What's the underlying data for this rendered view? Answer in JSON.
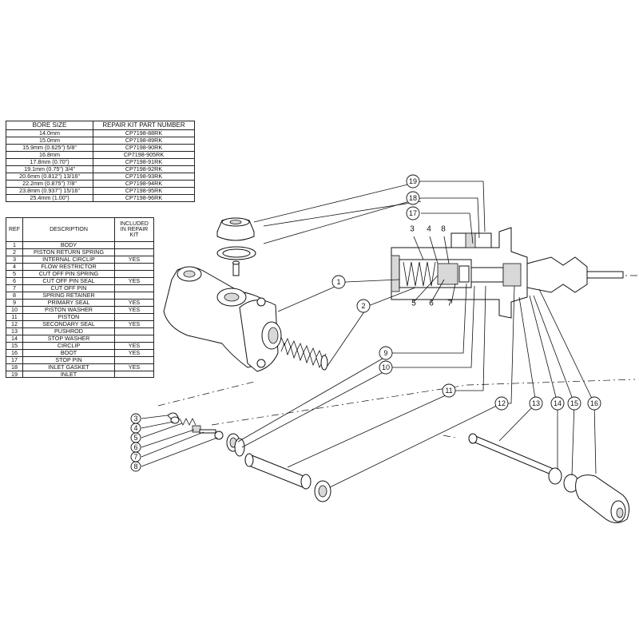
{
  "bore_table": {
    "headers": [
      "BORE SIZE",
      "REPAIR KIT PART NUMBER"
    ],
    "rows": [
      [
        "14.0mm",
        "CP7198-88RK"
      ],
      [
        "15.0mm",
        "CP7198-89RK"
      ],
      [
        "15.9mm (0.625\") 5/8\"",
        "CP7198-90RK"
      ],
      [
        "16.8mm",
        "CP7198-905RK"
      ],
      [
        "17.8mm (0.70\")",
        "CP7198-91RK"
      ],
      [
        "19.1mm (0.75\") 3/4\"",
        "CP7198-92RK"
      ],
      [
        "20.6mm (0.812\") 13/16\"",
        "CP7198-93RK"
      ],
      [
        "22.2mm (0.875\") 7/8\"",
        "CP7198-94RK"
      ],
      [
        "23.8mm (0.937\") 15/16\"",
        "CP7198-95RK"
      ],
      [
        "25.4mm (1.00\")",
        "CP7198-96RK"
      ]
    ]
  },
  "parts_table": {
    "headers": [
      "REF",
      "DESCRIPTION",
      "INCLUDED IN REPAIR KIT"
    ],
    "rows": [
      [
        "1",
        "BODY",
        ""
      ],
      [
        "2",
        "PISTON RETURN SPRING",
        ""
      ],
      [
        "3",
        "INTERNAL CIRCLIP",
        "YES"
      ],
      [
        "4",
        "FLOW RESTRICTOR",
        ""
      ],
      [
        "5",
        "CUT OFF PIN SPRING",
        ""
      ],
      [
        "6",
        "CUT OFF PIN SEAL",
        "YES"
      ],
      [
        "7",
        "CUT OFF PIN",
        ""
      ],
      [
        "8",
        "SPRING RETAINER",
        ""
      ],
      [
        "9",
        "PRIMARY SEAL",
        "YES"
      ],
      [
        "10",
        "PISTON WASHER",
        "YES"
      ],
      [
        "11",
        "PISTON",
        ""
      ],
      [
        "12",
        "SECONDARY SEAL",
        "YES"
      ],
      [
        "13",
        "PUSHROD",
        ""
      ],
      [
        "14",
        "STOP WASHER",
        ""
      ],
      [
        "15",
        "CIRCLIP",
        "YES"
      ],
      [
        "16",
        "BOOT",
        "YES"
      ],
      [
        "17",
        "STOP PIN",
        ""
      ],
      [
        "18",
        "INLET GASKET",
        "YES"
      ],
      [
        "19",
        "INLET",
        ""
      ]
    ]
  },
  "callouts": {
    "c1": "1",
    "c2": "2",
    "c3": "3",
    "c4": "4",
    "c5": "5",
    "c6": "6",
    "c7": "7",
    "c8": "8",
    "c9": "9",
    "c10": "10",
    "c11": "11",
    "c12": "12",
    "c13": "13",
    "c14": "14",
    "c15": "15",
    "c16": "16",
    "c17": "17",
    "c18": "18",
    "c19": "19",
    "x3": "3",
    "x4": "4",
    "x5": "5",
    "x6": "6",
    "x7": "7",
    "x8": "8"
  }
}
